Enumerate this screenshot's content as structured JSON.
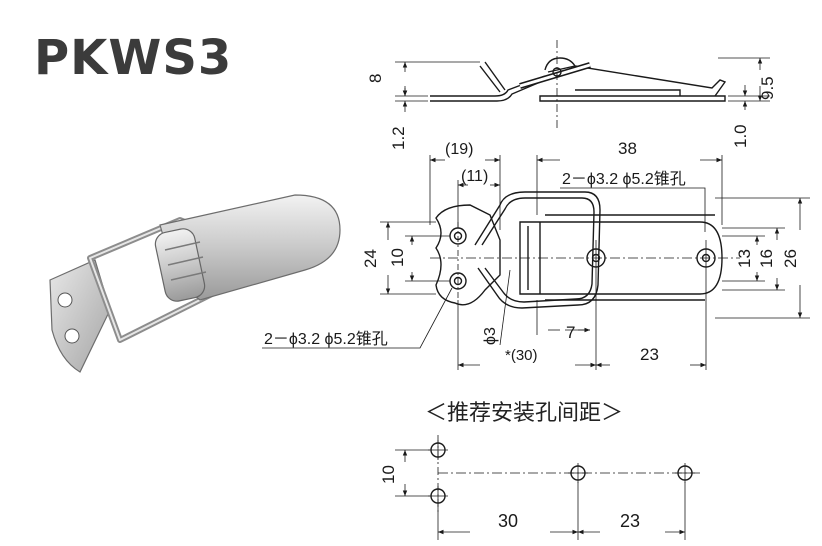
{
  "title": "PKWS3",
  "side_view": {
    "dim_8": "8",
    "dim_1_2": "1.2",
    "dim_9_5": "9.5",
    "dim_1_0": "1.0"
  },
  "top_view": {
    "dim_19": "(19)",
    "dim_11": "(11)",
    "dim_38": "38",
    "hole_note_right": "2－ϕ3.2 ϕ5.2锥孔",
    "hole_note_left": "2－ϕ3.2 ϕ5.2锥孔",
    "dim_24": "24",
    "dim_10": "10",
    "dim_13": "13",
    "dim_16": "16",
    "dim_26": "26",
    "dim_phi3": "ϕ3",
    "dim_7": "7",
    "dim_30": "*(30)",
    "dim_23": "23"
  },
  "mounting": {
    "caption": "＜推荐安装孔间距＞",
    "dim_10": "10",
    "dim_30": "30",
    "dim_23": "23"
  },
  "colors": {
    "line": "#1a1a1a",
    "steel_light": "#e4e4e4",
    "steel_dark": "#8a8a8a"
  }
}
